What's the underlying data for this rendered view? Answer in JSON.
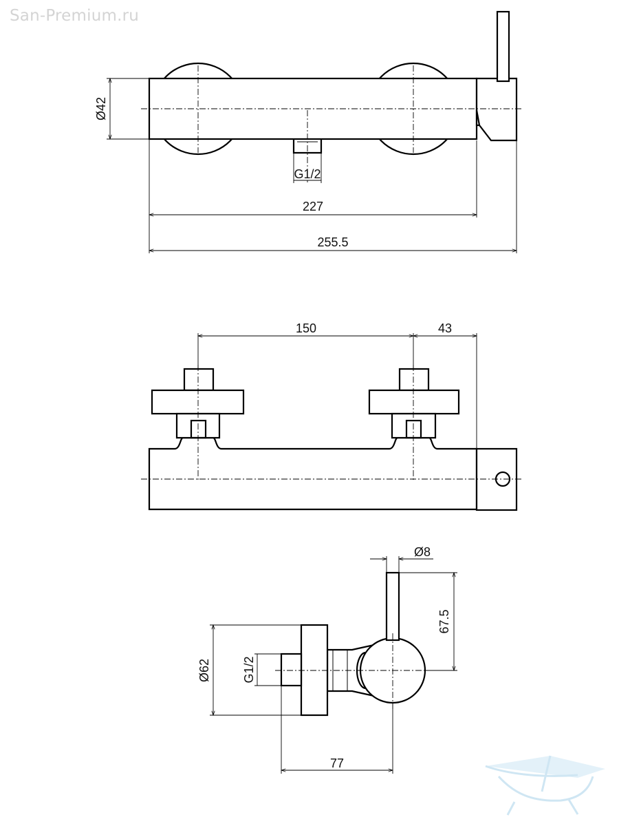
{
  "watermark": "San-Premium.ru",
  "logo": {
    "icon": "bathtub-logo-icon",
    "color": "#cfe6f3"
  },
  "views": {
    "top": {
      "diameter_label": "Ø42",
      "outlet_label": "G1/2",
      "length_body": "227",
      "length_total": "255.5"
    },
    "front": {
      "spacing": "150",
      "handle_offset": "43"
    },
    "side": {
      "lever_diameter": "Ø8",
      "lever_height": "67.5",
      "flange_diameter": "Ø62",
      "inlet_label": "G1/2",
      "depth": "77"
    }
  }
}
